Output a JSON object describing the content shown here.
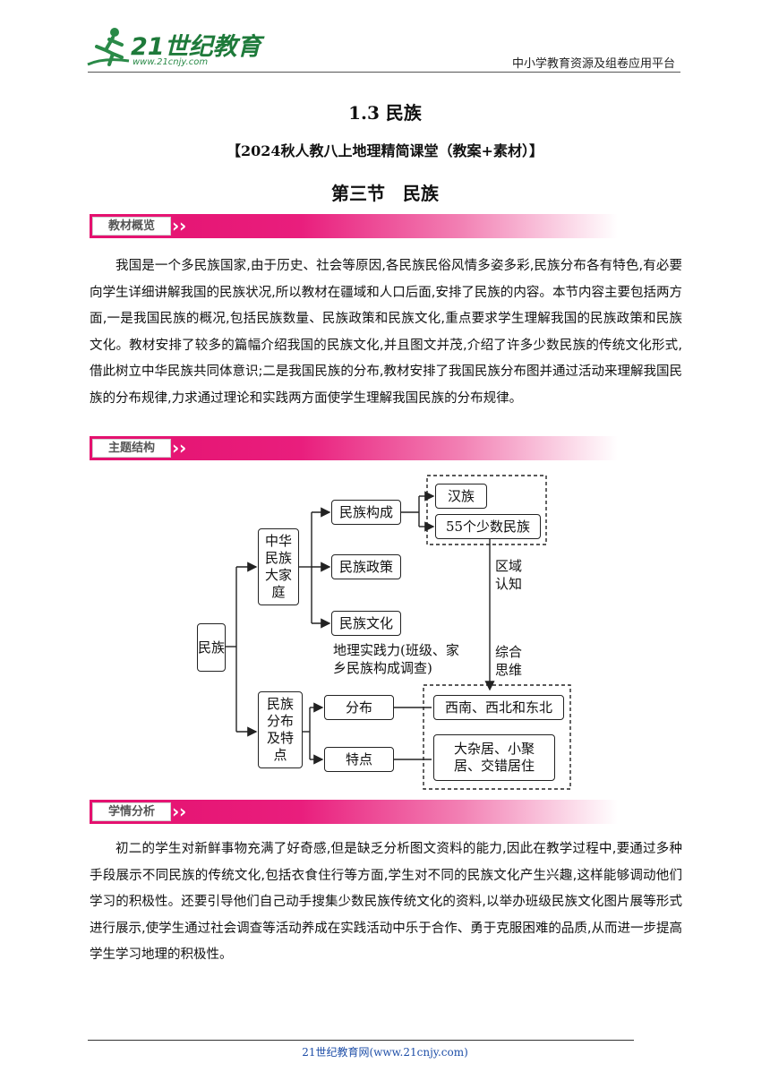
{
  "header": {
    "logo_text": "21世纪教育",
    "logo_url": "www.21cnjy.com",
    "platform": "中小学教育资源及组卷应用平台"
  },
  "titles": {
    "lesson": "1.3 民族",
    "course": "【2024秋人教八上地理精简课堂（教案+素材）】",
    "section": "第三节　民族"
  },
  "sections": {
    "overview_label": "教材概览",
    "overview_text": "我国是一个多民族国家,由于历史、社会等原因,各民族民俗风情多姿多彩,民族分布各有特色,有必要向学生详细讲解我国的民族状况,所以教材在疆域和人口后面,安排了民族的内容。本节内容主要包括两方面,一是我国民族的概况,包括民族数量、民族政策和民族文化,重点要求学生理解我国的民族政策和民族文化。教材安排了较多的篇幅介绍我国的民族文化,并且图文并茂,介绍了许多少数民族的传统文化形式,借此树立中华民族共同体意识;二是我国民族的分布,教材安排了我国民族分布图并通过活动来理解我国民族的分布规律,力求通过理论和实践两方面使学生理解我国民族的分布规律。",
    "structure_label": "主题结构",
    "analysis_label": "学情分析",
    "analysis_text": "初二的学生对新鲜事物充满了好奇感,但是缺乏分析图文资料的能力,因此在教学过程中,要通过多种手段展示不同民族的传统文化,包括衣食住行等方面,学生对不同的民族文化产生兴趣,这样能够调动他们学习的积极性。还要引导他们自己动手搜集少数民族传统文化的资料,以举办班级民族文化图片展等形式进行展示,使学生通过社会调查等活动养成在实践活动中乐于合作、勇于克服困难的品质,从而进一步提高学生学习地理的积极性。"
  },
  "diagram": {
    "root": "民族",
    "branch1": "中华民族大家庭",
    "branch2": "民族分布及特点",
    "composition": "民族构成",
    "policy": "民族政策",
    "culture": "民族文化",
    "han": "汉族",
    "minorities": "55个少数民族",
    "practice": "地理实践力(班级、家乡民族构成调查)",
    "region_label": "区域认知",
    "synthesis_label": "综合思维",
    "distribution": "分布",
    "features": "特点",
    "regions": "西南、西北和东北",
    "pattern": "大杂居、小聚居、交错居住"
  },
  "footer": {
    "text": "21世纪教育网(www.21cnjy.com)"
  }
}
